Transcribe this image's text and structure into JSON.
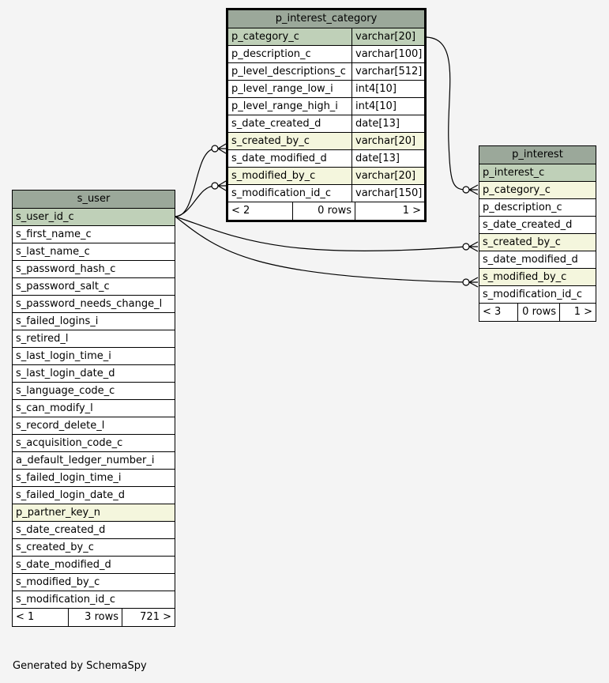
{
  "tables": {
    "p_interest_category": {
      "name": "p_interest_category",
      "columns": [
        {
          "name": "p_category_c",
          "type": "varchar[20]",
          "kind": "pk"
        },
        {
          "name": "p_description_c",
          "type": "varchar[100]",
          "kind": ""
        },
        {
          "name": "p_level_descriptions_c",
          "type": "varchar[512]",
          "kind": ""
        },
        {
          "name": "p_level_range_low_i",
          "type": "int4[10]",
          "kind": ""
        },
        {
          "name": "p_level_range_high_i",
          "type": "int4[10]",
          "kind": ""
        },
        {
          "name": "s_date_created_d",
          "type": "date[13]",
          "kind": ""
        },
        {
          "name": "s_created_by_c",
          "type": "varchar[20]",
          "kind": "fk"
        },
        {
          "name": "s_date_modified_d",
          "type": "date[13]",
          "kind": ""
        },
        {
          "name": "s_modified_by_c",
          "type": "varchar[20]",
          "kind": "fk"
        },
        {
          "name": "s_modification_id_c",
          "type": "varchar[150]",
          "kind": ""
        }
      ],
      "footer": {
        "parents": "< 2",
        "rows": "0 rows",
        "children": "1 >"
      }
    },
    "p_interest": {
      "name": "p_interest",
      "columns": [
        {
          "name": "p_interest_c",
          "kind": "pk"
        },
        {
          "name": "p_category_c",
          "kind": "fk"
        },
        {
          "name": "p_description_c",
          "kind": ""
        },
        {
          "name": "s_date_created_d",
          "kind": ""
        },
        {
          "name": "s_created_by_c",
          "kind": "fk"
        },
        {
          "name": "s_date_modified_d",
          "kind": ""
        },
        {
          "name": "s_modified_by_c",
          "kind": "fk"
        },
        {
          "name": "s_modification_id_c",
          "kind": ""
        }
      ],
      "footer": {
        "parents": "< 3",
        "rows": "0 rows",
        "children": "1 >"
      }
    },
    "s_user": {
      "name": "s_user",
      "columns": [
        {
          "name": "s_user_id_c",
          "kind": "pk"
        },
        {
          "name": "s_first_name_c",
          "kind": ""
        },
        {
          "name": "s_last_name_c",
          "kind": ""
        },
        {
          "name": "s_password_hash_c",
          "kind": ""
        },
        {
          "name": "s_password_salt_c",
          "kind": ""
        },
        {
          "name": "s_password_needs_change_l",
          "kind": ""
        },
        {
          "name": "s_failed_logins_i",
          "kind": ""
        },
        {
          "name": "s_retired_l",
          "kind": ""
        },
        {
          "name": "s_last_login_time_i",
          "kind": ""
        },
        {
          "name": "s_last_login_date_d",
          "kind": ""
        },
        {
          "name": "s_language_code_c",
          "kind": ""
        },
        {
          "name": "s_can_modify_l",
          "kind": ""
        },
        {
          "name": "s_record_delete_l",
          "kind": ""
        },
        {
          "name": "s_acquisition_code_c",
          "kind": ""
        },
        {
          "name": "a_default_ledger_number_i",
          "kind": ""
        },
        {
          "name": "s_failed_login_time_i",
          "kind": ""
        },
        {
          "name": "s_failed_login_date_d",
          "kind": ""
        },
        {
          "name": "p_partner_key_n",
          "kind": "fk"
        },
        {
          "name": "s_date_created_d",
          "kind": ""
        },
        {
          "name": "s_created_by_c",
          "kind": ""
        },
        {
          "name": "s_date_modified_d",
          "kind": ""
        },
        {
          "name": "s_modified_by_c",
          "kind": ""
        },
        {
          "name": "s_modification_id_c",
          "kind": ""
        }
      ],
      "footer": {
        "parents": "< 1",
        "rows": "3 rows",
        "children": "721 >"
      }
    }
  },
  "credit": "Generated by SchemaSpy",
  "colors": {
    "header": "#9ba89a",
    "primary_key": "#bfd0b8",
    "foreign_key": "#f4f6dd",
    "background": "#f4f4f4"
  }
}
